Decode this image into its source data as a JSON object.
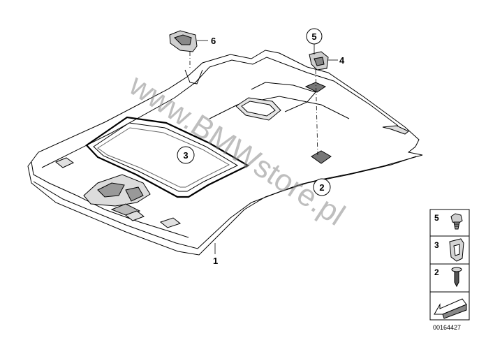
{
  "callouts": [
    {
      "id": "1",
      "label": "1"
    },
    {
      "id": "2",
      "label": "2"
    },
    {
      "id": "3",
      "label": "3"
    },
    {
      "id": "4",
      "label": "4"
    },
    {
      "id": "5",
      "label": "5"
    },
    {
      "id": "6",
      "label": "6"
    }
  ],
  "legend": [
    {
      "label": "5",
      "part": "clip-nut"
    },
    {
      "label": "3",
      "part": "spring-clip"
    },
    {
      "label": "2",
      "part": "expanding-rivet"
    }
  ],
  "watermark": "www.BMWstore.pl",
  "document_number": "00164427"
}
